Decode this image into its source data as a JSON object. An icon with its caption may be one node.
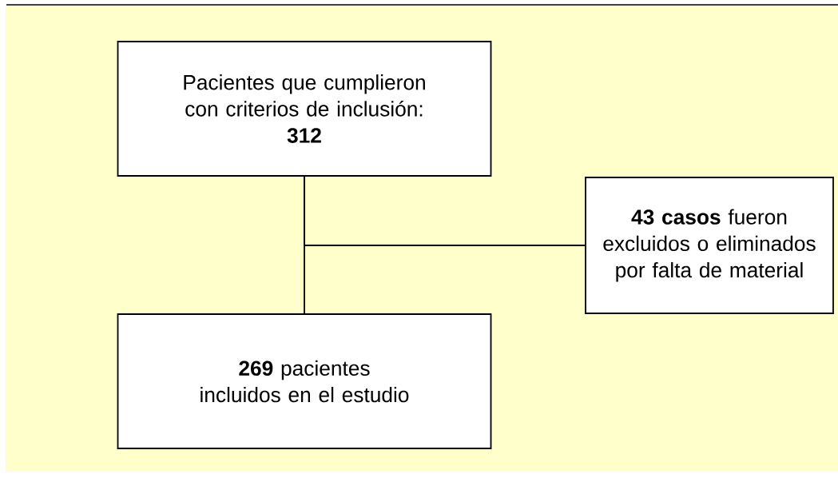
{
  "diagram": {
    "nodes": [
      {
        "text": [
          "Pacientes que cumplieron con criterios de inclusión:",
          "312"
        ]
      },
      {
        "text": [
          "**43 casos** fueron excluidos o eliminados por falta de material"
        ]
      },
      {
        "text": [
          "**269** pacientes incluidos en el estudio"
        ]
      }
    ],
    "edges": [
      {
        "from": 0,
        "to": 2,
        "arrow": "none"
      },
      {
        "from": 0,
        "to": 1,
        "arrow": "none"
      }
    ]
  }
}
